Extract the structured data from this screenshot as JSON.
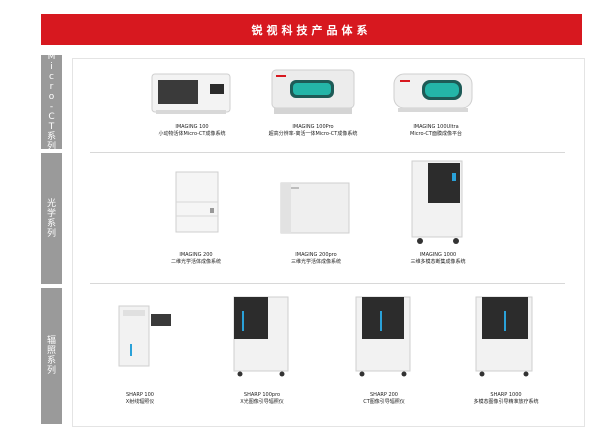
{
  "banner": {
    "title": "锐视科技产品体系"
  },
  "sections": [
    {
      "label_lines": [
        "M",
        "i",
        "c",
        "r",
        "o",
        "-",
        "C",
        "T",
        "系",
        "列"
      ]
    },
    {
      "label_lines": [
        "光",
        "学",
        "系",
        "列"
      ]
    },
    {
      "label_lines": [
        "辐",
        "照",
        "系",
        "列"
      ]
    }
  ],
  "products": {
    "imaging100": {
      "name": "IMAGING 100",
      "desc": "小动物活体Micro-CT成像系统"
    },
    "imaging100pro": {
      "name": "IMAGING 100Pro",
      "desc": "超高分辨率-离活一体Micro-CT成像系统"
    },
    "imaging100ultra": {
      "name": "IMAGING 100Ultra",
      "desc": "Micro-CT面膜成像平台"
    },
    "imaging200": {
      "name": "IMAGING 200",
      "desc": "二维光学活体成像系统"
    },
    "imaging200pro": {
      "name": "IMAGING 200pro",
      "desc": "三维光学活体成像系统"
    },
    "imaging1000": {
      "name": "IMAGING 1000",
      "desc": "三维多模态断集成像系统"
    },
    "sharp100": {
      "name": "SHARP 100",
      "desc": "X射线辐照仪"
    },
    "sharp100pro": {
      "name": "SHARP 100pro",
      "desc": "X光图像引导辐照仪"
    },
    "sharp200": {
      "name": "SHARP 200",
      "desc": "CT图像引导辐照仪"
    },
    "sharp1000": {
      "name": "SHARP 1000",
      "desc": "多模态图像引导精准放疗系统"
    }
  },
  "colors": {
    "banner": "#d7181f",
    "sidebar": "#9a9a9a",
    "accent_blue": "#2aa1d8",
    "screen_teal": "#24b5a8"
  }
}
